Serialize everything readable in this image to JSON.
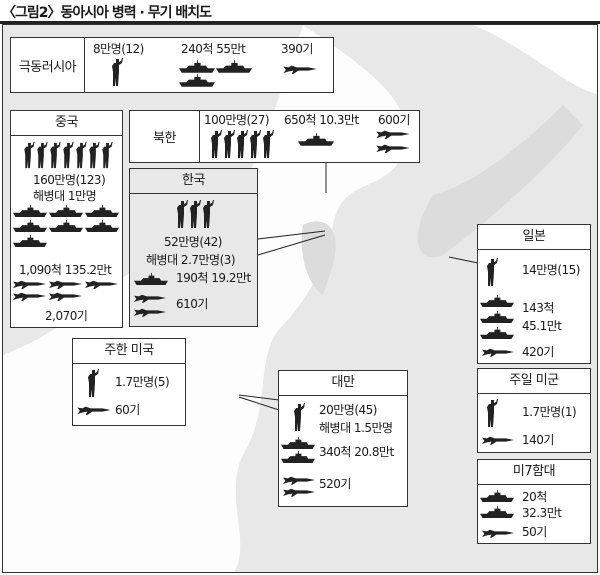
{
  "title": "〈그림2〉동아시아 병력 · 무기 배치도",
  "russia": {
    "name": "극동러시아",
    "troops": "8만명(12)",
    "ships": "240척 55만t",
    "aircraft": "390기"
  },
  "north_korea": {
    "name": "북한",
    "troops": "100만명(27)",
    "ships": "650척 10.3만t",
    "aircraft": "600기"
  },
  "china": {
    "name": "중국",
    "troops": "160만명(123)",
    "marines": "해병대 1만명",
    "ships": "1,090척 135.2만t",
    "aircraft": "2,070기"
  },
  "south_korea": {
    "name": "한국",
    "troops": "52만명(42)",
    "marines": "해병대 2.7만명(3)",
    "ships": "190척 19.2만t",
    "aircraft": "610기"
  },
  "usfk": {
    "name": "주한 미국",
    "troops": "1.7만명(5)",
    "aircraft": "60기"
  },
  "japan": {
    "name": "일본",
    "troops": "14만명(15)",
    "ships_count": "143척",
    "ships_tonnage": "45.1만t",
    "aircraft": "420기"
  },
  "taiwan": {
    "name": "대만",
    "troops": "20만명(45)",
    "marines": "해병대 1.5만명",
    "ships": "340척 20.8만t",
    "aircraft": "520기"
  },
  "usfj": {
    "name": "주일 미군",
    "troops": "1.7만명(1)",
    "aircraft": "140기"
  },
  "seventh_fleet": {
    "name": "미7함대",
    "ships_count": "20척",
    "ships_tonnage": "32.3만t",
    "aircraft": "50기"
  }
}
